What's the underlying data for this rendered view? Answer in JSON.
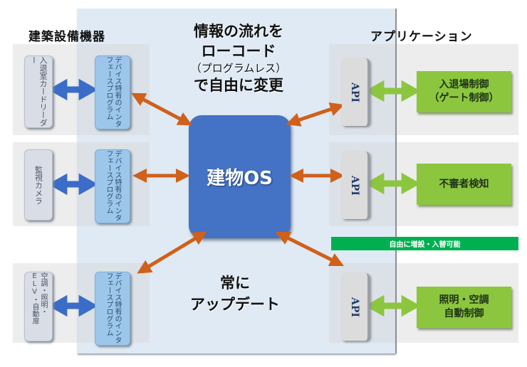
{
  "left_column": {
    "title": "建築設備機器",
    "devices": [
      {
        "label": "入退室カードリーダー",
        "icon": "card-reader"
      },
      {
        "label": "監視カメラ",
        "icon": "camera"
      },
      {
        "label": "空調・照明・ELV・自動扉",
        "icon": "hvac"
      }
    ],
    "interface_label": "デバイス特有のインタフェースプログラム"
  },
  "center": {
    "top_text_lines": [
      "情報の流れを",
      "ローコード",
      "（プログラムレス）",
      "で自由に変更"
    ],
    "os_label": "建物OS",
    "bottom_text_lines": [
      "常に",
      "アップデート"
    ]
  },
  "right_column": {
    "title": "アプリケーション",
    "api_label": "API",
    "apps": [
      {
        "lines": [
          "入退場制御",
          "（ゲート制御）"
        ]
      },
      {
        "lines": [
          "不審者検知"
        ]
      },
      {
        "lines": [
          "照明・空調",
          "自動制御"
        ]
      }
    ],
    "green_bar_label": "自由に増設・入替可能"
  },
  "colors": {
    "panel": "#dfeaf5",
    "os_blue": "#4472c4",
    "arrow_orange": "#d0601a",
    "arrow_blue": "#3a6cc8",
    "arrow_green": "#8cc63f",
    "app_green": "#8cc63f",
    "bar_green": "#00b050"
  }
}
